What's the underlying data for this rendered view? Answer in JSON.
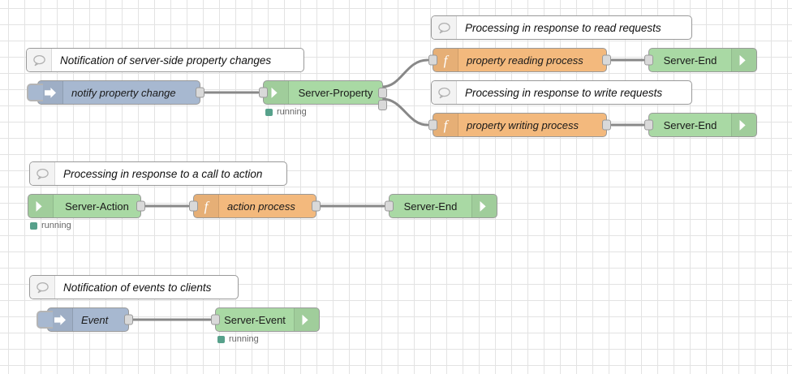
{
  "app": {
    "name": "node-red-flow-canvas",
    "grid": {
      "size": 20,
      "line_color": "#e3e3e3"
    }
  },
  "palette": {
    "green": "#a9d9a4",
    "orange": "#f3b97d",
    "blue": "#a7b8d0",
    "comment_bg": "#ffffff",
    "node_border": "#999999",
    "port_fill": "#d9d9d9",
    "wire": "#888888",
    "status_dot": "#57a18b",
    "status_text": "#666666"
  },
  "flows": [
    {
      "id": "property-flow",
      "comment": {
        "label": "Notification of server-side property changes"
      },
      "nodes": [
        {
          "id": "inject-notify",
          "label": "notify property change",
          "type": "inject",
          "icon": "inject-arrow-icon"
        },
        {
          "id": "server-property",
          "label": "Server-Property",
          "type": "server-in",
          "icon": "node-arrow-icon",
          "status": "running"
        }
      ],
      "branches": [
        {
          "comment": {
            "label": "Processing in response to read requests"
          },
          "nodes": [
            {
              "id": "fn-read",
              "label": "property reading process",
              "type": "function",
              "icon": "function-f-icon"
            },
            {
              "id": "end-read",
              "label": "Server-End",
              "type": "server-out",
              "icon": "node-arrow-icon"
            }
          ]
        },
        {
          "comment": {
            "label": "Processing in response to write requests"
          },
          "nodes": [
            {
              "id": "fn-write",
              "label": "property writing process",
              "type": "function",
              "icon": "function-f-icon"
            },
            {
              "id": "end-write",
              "label": "Server-End",
              "type": "server-out",
              "icon": "node-arrow-icon"
            }
          ]
        }
      ]
    },
    {
      "id": "action-flow",
      "comment": {
        "label": "Processing in response to a call to action"
      },
      "nodes": [
        {
          "id": "server-action",
          "label": "Server-Action",
          "type": "server-in",
          "icon": "node-arrow-icon",
          "status": "running"
        },
        {
          "id": "fn-action",
          "label": "action process",
          "type": "function",
          "icon": "function-f-icon"
        },
        {
          "id": "end-action",
          "label": "Server-End",
          "type": "server-out",
          "icon": "node-arrow-icon"
        }
      ]
    },
    {
      "id": "event-flow",
      "comment": {
        "label": "Notification of events to clients"
      },
      "nodes": [
        {
          "id": "inject-event",
          "label": "Event",
          "type": "inject",
          "icon": "inject-arrow-icon"
        },
        {
          "id": "server-event",
          "label": "Server-Event",
          "type": "server-out",
          "icon": "node-arrow-icon",
          "status": "running"
        }
      ]
    }
  ],
  "labels": {
    "comment_property": "Notification of server-side property changes",
    "comment_read": "Processing in response to read requests",
    "comment_write": "Processing in response to write requests",
    "comment_action": "Processing in response to a call to action",
    "comment_event": "Notification of events to clients",
    "inject_notify": "notify property change",
    "server_property": "Server-Property",
    "fn_read": "property reading process",
    "fn_write": "property writing process",
    "end_read": "Server-End",
    "end_write": "Server-End",
    "server_action": "Server-Action",
    "fn_action": "action process",
    "end_action": "Server-End",
    "inject_event": "Event",
    "server_event": "Server-Event",
    "status_running": "running"
  }
}
